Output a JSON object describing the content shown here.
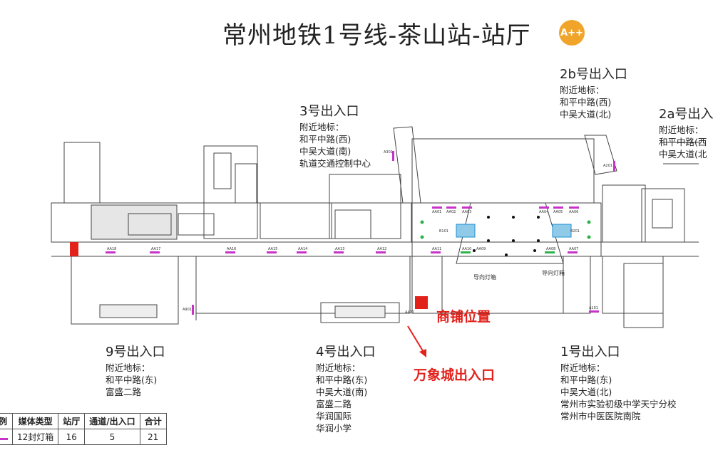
{
  "title": "常州地铁1号线-茶山站-站厅",
  "badge": "A++",
  "exits": [
    {
      "name": "3号出入口",
      "landmark_title": "附近地标：",
      "landmarks": [
        "和平中路(西)",
        "中吴大道(南)",
        "轨道交通控制中心"
      ]
    },
    {
      "name": "2b号出入口",
      "landmark_title": "附近地标：",
      "landmarks": [
        "和平中路(西)",
        "中吴大道(北)"
      ]
    },
    {
      "name": "2a号出入",
      "landmark_title": "附近地标：",
      "landmarks": [
        "和平中路(西",
        "中吴大道(北"
      ]
    },
    {
      "name": "9号出入口",
      "landmark_title": "附近地标：",
      "landmarks": [
        "和平中路(东)",
        "富盛二路"
      ]
    },
    {
      "name": "4号出入口",
      "landmark_title": "附近地标：",
      "landmarks": [
        "和平中路(东)",
        "中吴大道(南)",
        "富盛二路",
        "华润国际",
        "华润小学"
      ]
    },
    {
      "name": "1号出入口",
      "landmark_title": "附近地标：",
      "landmarks": [
        "和平中路(东)",
        "中吴大道(北)",
        "常州市实验初级中学天宁分校",
        "常州市中医医院南院"
      ]
    }
  ],
  "shop_label": "商铺位置",
  "wanxiang_label": "万象城出入口",
  "guide_signs": [
    "导向灯箱",
    "导向灯箱"
  ],
  "media_tags": [
    "A301",
    "A201",
    "AA01",
    "AA02",
    "AA03",
    "AA04",
    "AA05",
    "AA06",
    "AA18",
    "AA17",
    "AA16",
    "AA15",
    "AA14",
    "AA13",
    "AA12",
    "AA11",
    "AA10",
    "AA09",
    "AA08",
    "AA07",
    "A401",
    "A101",
    "A901",
    "B101",
    "B201"
  ],
  "legend": {
    "headers": [
      "例",
      "媒体类型",
      "站厅",
      "通道/出入口",
      "合计"
    ],
    "row": [
      "",
      "12封灯箱",
      "16",
      "5",
      "21"
    ]
  },
  "colors": {
    "media": "#c832c8",
    "shop": "#e3211b",
    "badge": "#f0a52a",
    "escalator": "#1e90d0",
    "pillar_green": "#2db34a"
  }
}
